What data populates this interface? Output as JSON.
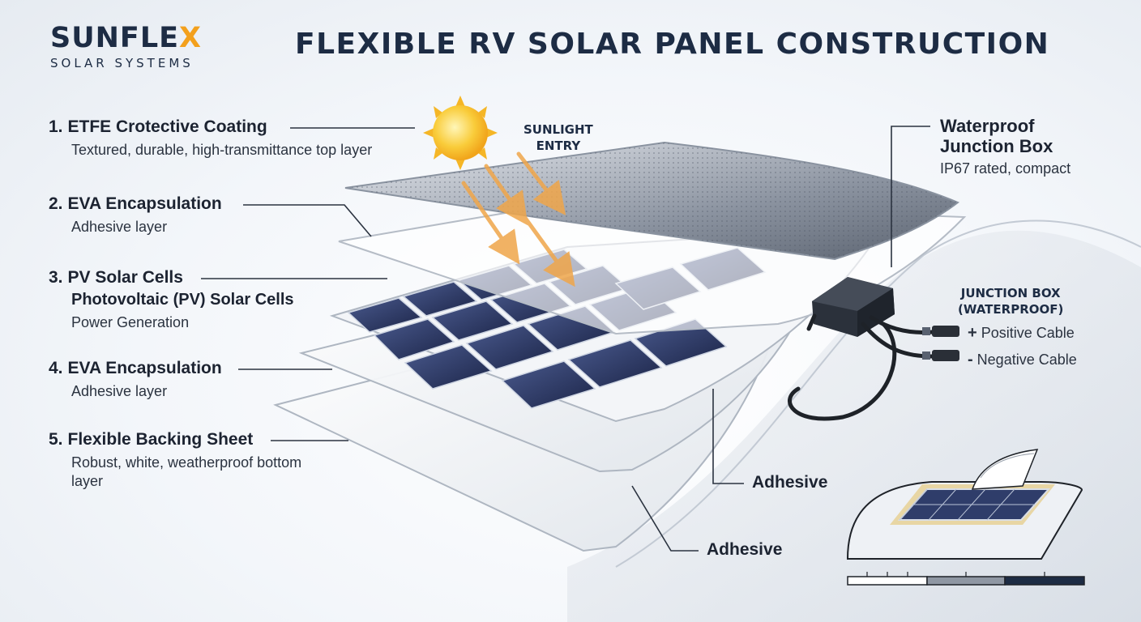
{
  "brand": {
    "name_main": "SUNFLE",
    "name_accent": "X",
    "tagline": "SOLAR SYSTEMS"
  },
  "title": "FLEXIBLE RV SOLAR PANEL CONSTRUCTION",
  "layers": [
    {
      "num": "1.",
      "name": "ETFE Crotective Coating",
      "desc": "Textured, durable, high-transmittance top layer"
    },
    {
      "num": "2.",
      "name": "EVA Encapsulation",
      "desc": "Adhesive layer"
    },
    {
      "num": "3.",
      "name": "PV Solar Cells",
      "name2": "Photovoltaic (PV) Solar Cells",
      "desc": "Power Generation"
    },
    {
      "num": "4.",
      "name": "EVA Encapsulation",
      "desc": "Adhesive layer"
    },
    {
      "num": "5.",
      "name": "Flexible Backing Sheet",
      "desc_line1": "Robust, white, weatherproof bottom",
      "desc_line2": "layer"
    }
  ],
  "sunlight": {
    "line1": "SUNLIGHT",
    "line2": "ENTRY"
  },
  "junction_box": {
    "title_line1": "Waterproof",
    "title_line2": "Junction Box",
    "subtitle": "IP67 rated, compact",
    "label_line1": "JUNCTION BOX",
    "label_line2": "(WATERPROOF)"
  },
  "cables": [
    {
      "sign": "+",
      "label": "Positive Cable"
    },
    {
      "sign": "-",
      "label": "Negative Cable"
    }
  ],
  "adhesive_labels": [
    "Adhesive",
    "Adhesive"
  ],
  "colors": {
    "navy": "#1d2c44",
    "accent_orange": "#f3a01c",
    "cell_blue": "#27335f",
    "sun_yellow": "#f7c22a"
  }
}
